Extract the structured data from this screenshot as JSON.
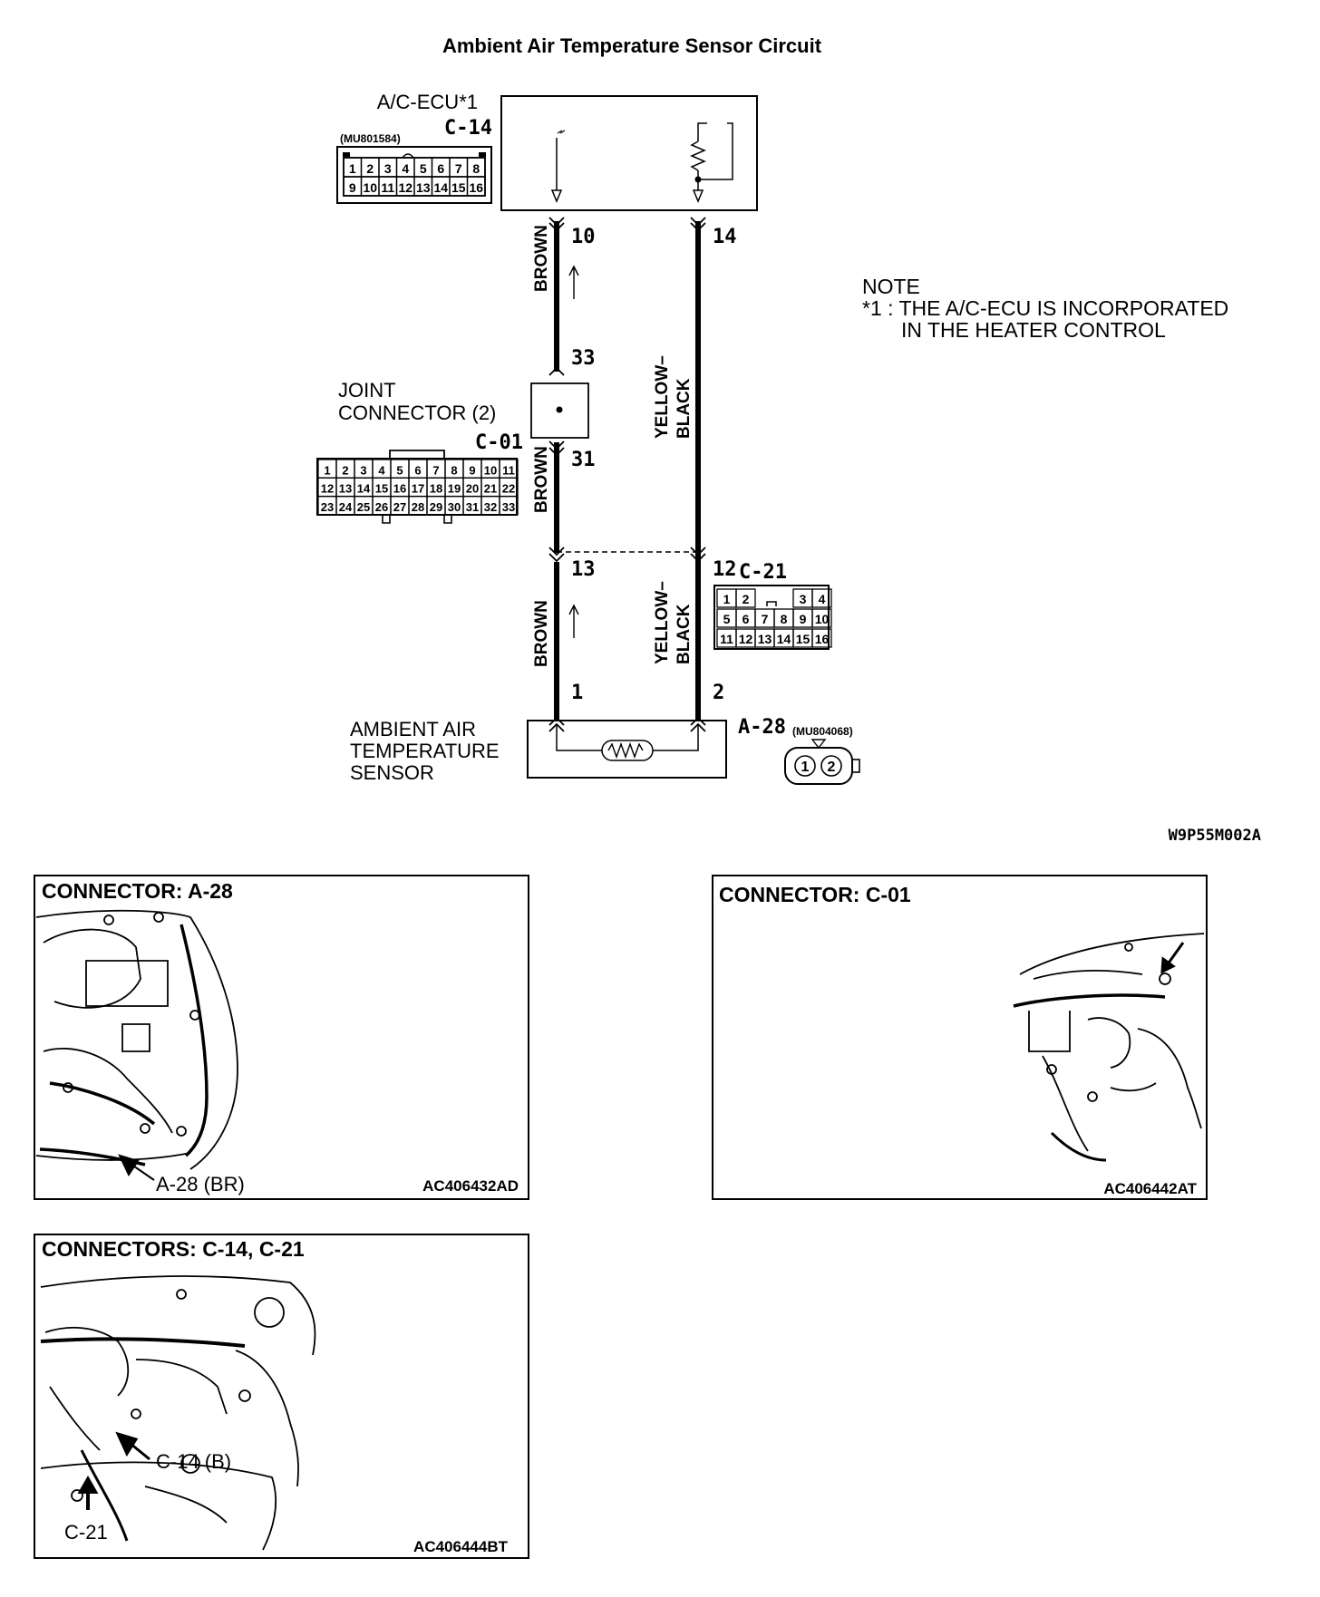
{
  "title": "Ambient Air Temperature Sensor Circuit",
  "ecu": {
    "name": "A/C-ECU*1",
    "connector": "C-14",
    "part": "(MU801584)",
    "row1": [
      "1",
      "2",
      "3",
      "4",
      "5",
      "6",
      "7",
      "8"
    ],
    "row2": [
      "9",
      "10",
      "11",
      "12",
      "13",
      "14",
      "15",
      "16"
    ]
  },
  "pins": {
    "p10": "10",
    "p14": "14",
    "p33": "33",
    "p31": "31",
    "p13": "13",
    "p12": "12",
    "p1": "1",
    "p2": "2"
  },
  "wires": {
    "brown": "BROWN",
    "yellow": "YELLOW–",
    "black": "BLACK"
  },
  "joint": {
    "line1": "JOINT",
    "line2": "CONNECTOR (2)",
    "connector": "C-01",
    "rows": [
      [
        "1",
        "2",
        "3",
        "4",
        "5",
        "6",
        "7",
        "8",
        "9",
        "10",
        "11"
      ],
      [
        "12",
        "13",
        "14",
        "15",
        "16",
        "17",
        "18",
        "19",
        "20",
        "21",
        "22"
      ],
      [
        "23",
        "24",
        "25",
        "26",
        "27",
        "28",
        "29",
        "30",
        "31",
        "32",
        "33"
      ]
    ]
  },
  "c21": {
    "connector": "C-21",
    "row1": [
      "1",
      "2",
      "",
      "3",
      "4"
    ],
    "row2": [
      "5",
      "6",
      "7",
      "8",
      "9",
      "10"
    ],
    "row3": [
      "11",
      "12",
      "13",
      "14",
      "15",
      "16"
    ]
  },
  "sensor": {
    "line1": "AMBIENT AIR",
    "line2": "TEMPERATURE",
    "line3": "SENSOR",
    "connector": "A-28",
    "part": "(MU804068)",
    "pin1": "1",
    "pin2": "2"
  },
  "note": {
    "heading": "NOTE",
    "line1": "*1 : THE A/C-ECU IS INCORPORATED",
    "line2": "IN THE HEATER CONTROL"
  },
  "diagram_code": "W9P55M002A",
  "panels": {
    "a28": {
      "title": "CONNECTOR: A-28",
      "callout": "A-28 (BR)",
      "code": "AC406432AD"
    },
    "c01": {
      "title": "CONNECTOR: C-01",
      "code": "AC406442AT"
    },
    "c14c21": {
      "title": "CONNECTORS: C-14, C-21",
      "callout1": "C-14 (B)",
      "callout2": "C-21",
      "code": "AC406444BT"
    }
  }
}
